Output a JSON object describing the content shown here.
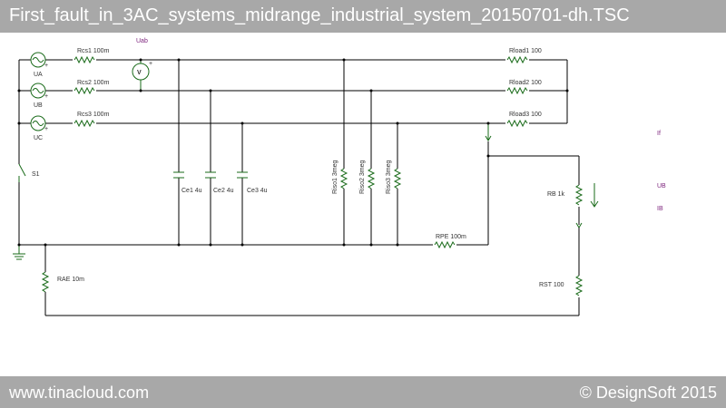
{
  "title": "First_fault_in_3AC_systems_midrange_industrial_system_20150701-dh.TSC",
  "footer": {
    "left": "www.tinacloud.com",
    "right": "© DesignSoft 2015"
  },
  "labels": {
    "uab": "Uab",
    "ua": "UA",
    "ub": "UB",
    "uc": "UC",
    "s1": "S1",
    "rcs1": "Rcs1 100m",
    "rcs2": "Rcs2 100m",
    "rcs3": "Rcs3 100m",
    "rload1": "Rload1 100",
    "rload2": "Rload2 100",
    "rload3": "Rload3 100",
    "ce1": "Ce1 4u",
    "ce2": "Ce2 4u",
    "ce3": "Ce3 4u",
    "riso1": "Riso1 3meg",
    "riso2": "Riso2 3meg",
    "riso3": "Riso3 3meg",
    "rpe": "RPE 100m",
    "rae": "RAE 10m",
    "rb": "RB 1k",
    "rst": "RST 100",
    "if": "If",
    "ub_meter": "UB",
    "ib": "IB",
    "voltmeter": "V",
    "plus": "+"
  },
  "colors": {
    "bar": "#a8a8a8",
    "component": "#1a6b1a",
    "wire": "#000000",
    "annotation": "#7a1f7a"
  }
}
